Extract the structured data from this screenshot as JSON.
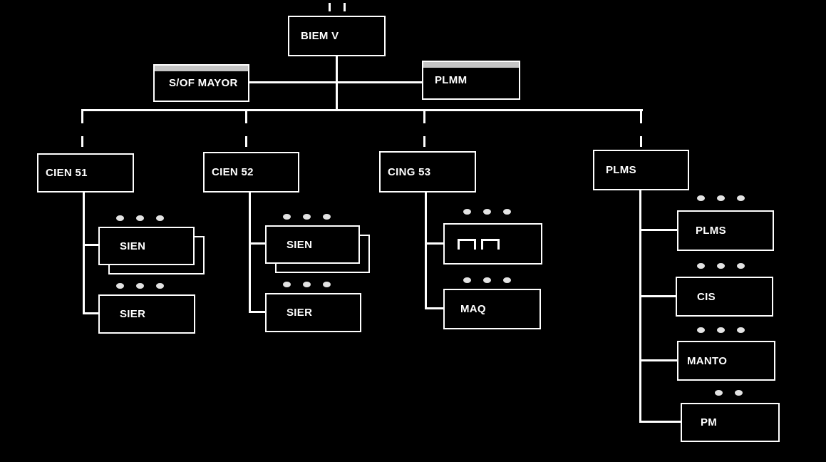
{
  "org": {
    "root": {
      "label": "BIEM V"
    },
    "staff": [
      {
        "label": "S/OF MAYOR"
      },
      {
        "label": "PLMM"
      }
    ],
    "divisions": [
      {
        "label": "CIEN 51"
      },
      {
        "label": "CIEN 52"
      },
      {
        "label": "CING 53"
      },
      {
        "label": "PLMS"
      }
    ],
    "units": {
      "cien51": [
        {
          "label": "SIEN"
        },
        {
          "label": "SIER"
        }
      ],
      "cien52": [
        {
          "label": "SIEN"
        },
        {
          "label": "SIER"
        }
      ],
      "cing53": [
        {
          "label": ""
        },
        {
          "label": "MAQ"
        }
      ],
      "plms": [
        {
          "label": "PLMS"
        },
        {
          "label": "CIS"
        },
        {
          "label": "MANTO"
        },
        {
          "label": "PM"
        }
      ]
    },
    "colors": {
      "background": "#000000",
      "line": "#ffffff",
      "text": "#ffffff",
      "header_bar": "#c4c4c4",
      "dot": "#e3e3e3"
    }
  }
}
